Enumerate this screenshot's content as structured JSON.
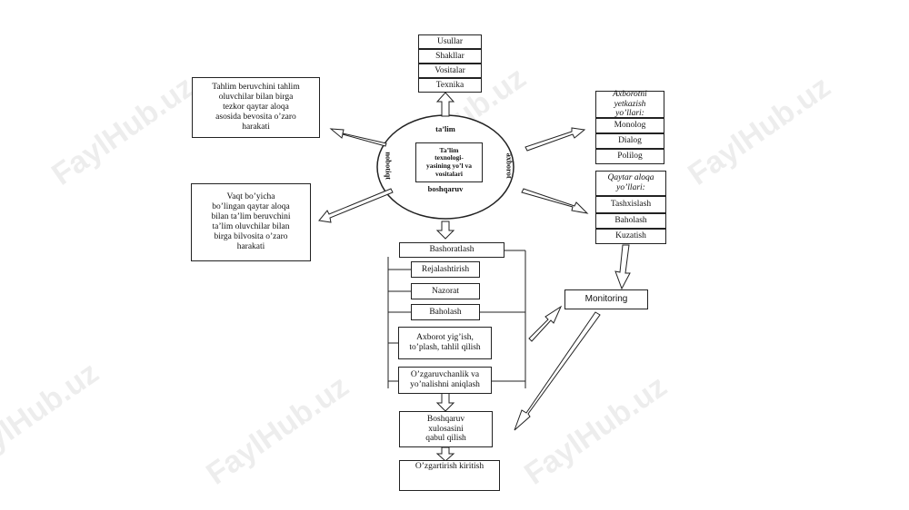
{
  "watermark": "FaylHub.uz",
  "methods": [
    "Usullar",
    "Shakllar",
    "Vositalar",
    "Texnika"
  ],
  "circle": {
    "top": "ta’lim",
    "left": "nobotiqt",
    "right": "axborot",
    "bottom": "boshqaruv",
    "center": "Ta’lim\ntexnologi-\nyasining yo’l va\nvositalari"
  },
  "left_top": "Tahlim beruvchini tahlim\noluvchilar bilan birga\ntezkor qaytar aloqa\nasosida bevosita o’zaro\nharakati",
  "left_bottom": "Vaqt bo’yicha\nbo’lingan qaytar aloqa\nbilan ta’lim beruvchini\nta’lim oluvchilar bilan\nbirga bilvosita o’zaro\nharakati",
  "delivery": {
    "title": "Axborotni\nyetkazish\nyo’llari:",
    "items": [
      "Monolog",
      "Dialog",
      "Polilog"
    ]
  },
  "feedback": {
    "title": "Qaytar aloqa\nyo’llari:",
    "items": [
      "Tashxislash",
      "Baholash",
      "Kuzatish"
    ]
  },
  "management": [
    "Bashoratlash",
    "Rejalashtirish",
    "Nazorat",
    "Baholash",
    "Axborot yig’ish,\nto’plash, tahlil qilish",
    "O’zgaruvchanlik va\nyo’nalishni aniqlash"
  ],
  "decision": "Boshqaruv\nxulosasini\nqabul qilish",
  "change": "O’zgartirish kiritish",
  "monitoring": "Monitoring"
}
